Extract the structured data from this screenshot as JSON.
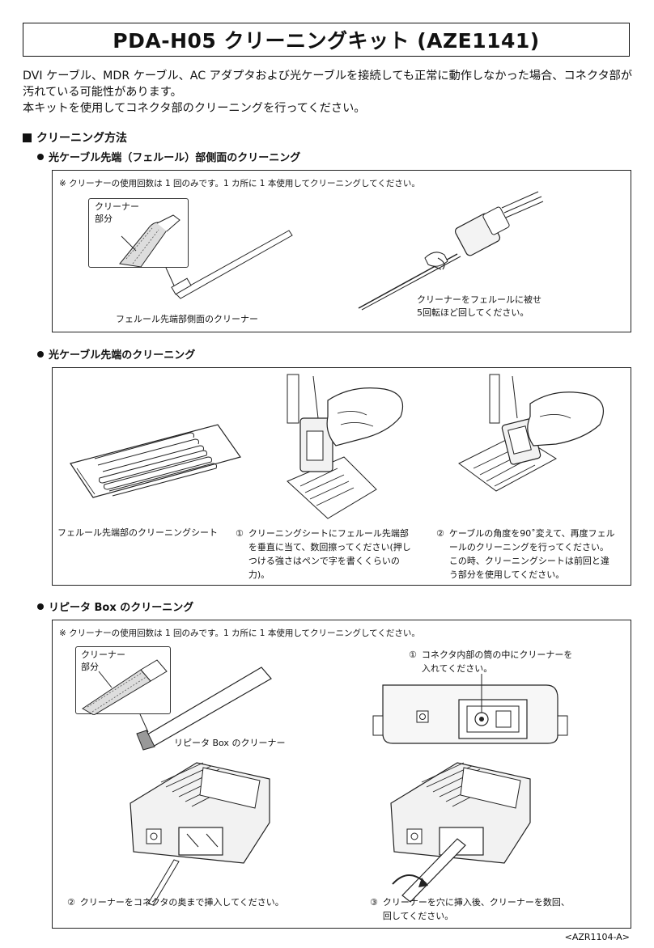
{
  "title": "PDA-H05 クリーニングキット (AZE1141)",
  "intro": [
    "DVI ケーブル、MDR ケーブル、AC アダプタおよび光ケーブルを接続しても正常に動作しなかった場合、コネクタ部が汚れている可能性があります。",
    "本キットを使用してコネクタ部のクリーニングを行ってください。"
  ],
  "section_title": "クリーニング方法",
  "sections": {
    "ferrule_side": {
      "heading": "光ケーブル先端（フェルール）部側面のクリーニング",
      "note": "※ クリーナーの使用回数は 1 回のみです。1 カ所に 1 本使用してクリーニングしてください。",
      "inset_label_1": "クリーナー",
      "inset_label_2": "部分",
      "caption_left": "フェルール先端部側面のクリーナー",
      "caption_right_1": "クリーナーをフェルールに被せ",
      "caption_right_2": "5回転ほど回してください。"
    },
    "tip": {
      "heading": "光ケーブル先端のクリーニング",
      "caption_sheet": "フェルール先端部のクリーニングシート",
      "step1_num": "①",
      "step1_text": "クリーニングシートにフェルール先端部を垂直に当て、数回擦ってください(押しつける強さはペンで字を書くくらいの力)。",
      "step2_num": "②",
      "step2_text": "ケーブルの角度を90˚変えて、再度フェルールのクリーニングを行ってください。この時、クリーニングシートは前回と違う部分を使用してください。"
    },
    "repeater": {
      "heading": "リピータ Box のクリーニング",
      "note": "※ クリーナーの使用回数は 1 回のみです。1 カ所に 1 本使用してクリーニングしてください。",
      "inset_label_1": "クリーナー",
      "inset_label_2": "部分",
      "caption_cleaner": "リピータ Box のクリーナー",
      "step1_num": "①",
      "step1_text_1": "コネクタ内部の筒の中にクリーナーを",
      "step1_text_2": "入れてください。",
      "step2_num": "②",
      "step2_text": "クリーナーをコネクタの奥まで挿入してください。",
      "step3_num": "③",
      "step3_text_1": "クリーナーを穴に挿入後、クリーナーを数回、",
      "step3_text_2": "回してください。"
    }
  },
  "footer": "<AZR1104-A>"
}
